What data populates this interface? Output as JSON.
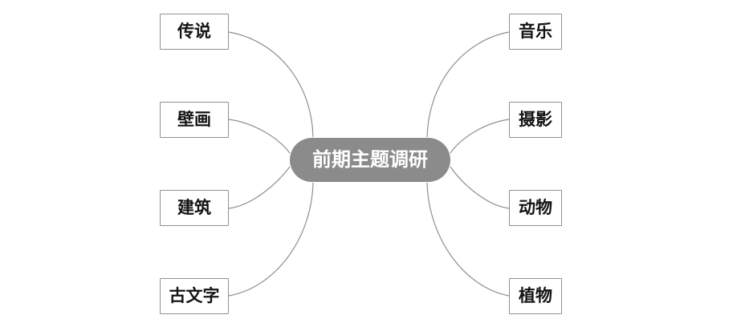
{
  "diagram": {
    "type": "mindmap",
    "root": {
      "label": "前期主题调研"
    },
    "left_branches": [
      {
        "label": "传说"
      },
      {
        "label": "壁画"
      },
      {
        "label": "建筑"
      },
      {
        "label": "古文字"
      }
    ],
    "right_branches": [
      {
        "label": "音乐"
      },
      {
        "label": "摄影"
      },
      {
        "label": "动物"
      },
      {
        "label": "植物"
      }
    ],
    "colors": {
      "background": "#ffffff",
      "root_fill": "#8b8b8b",
      "root_text": "#ffffff",
      "node_fill": "#ffffff",
      "node_border": "#919191",
      "node_text": "#141414",
      "connector": "#8f8f8f"
    }
  }
}
